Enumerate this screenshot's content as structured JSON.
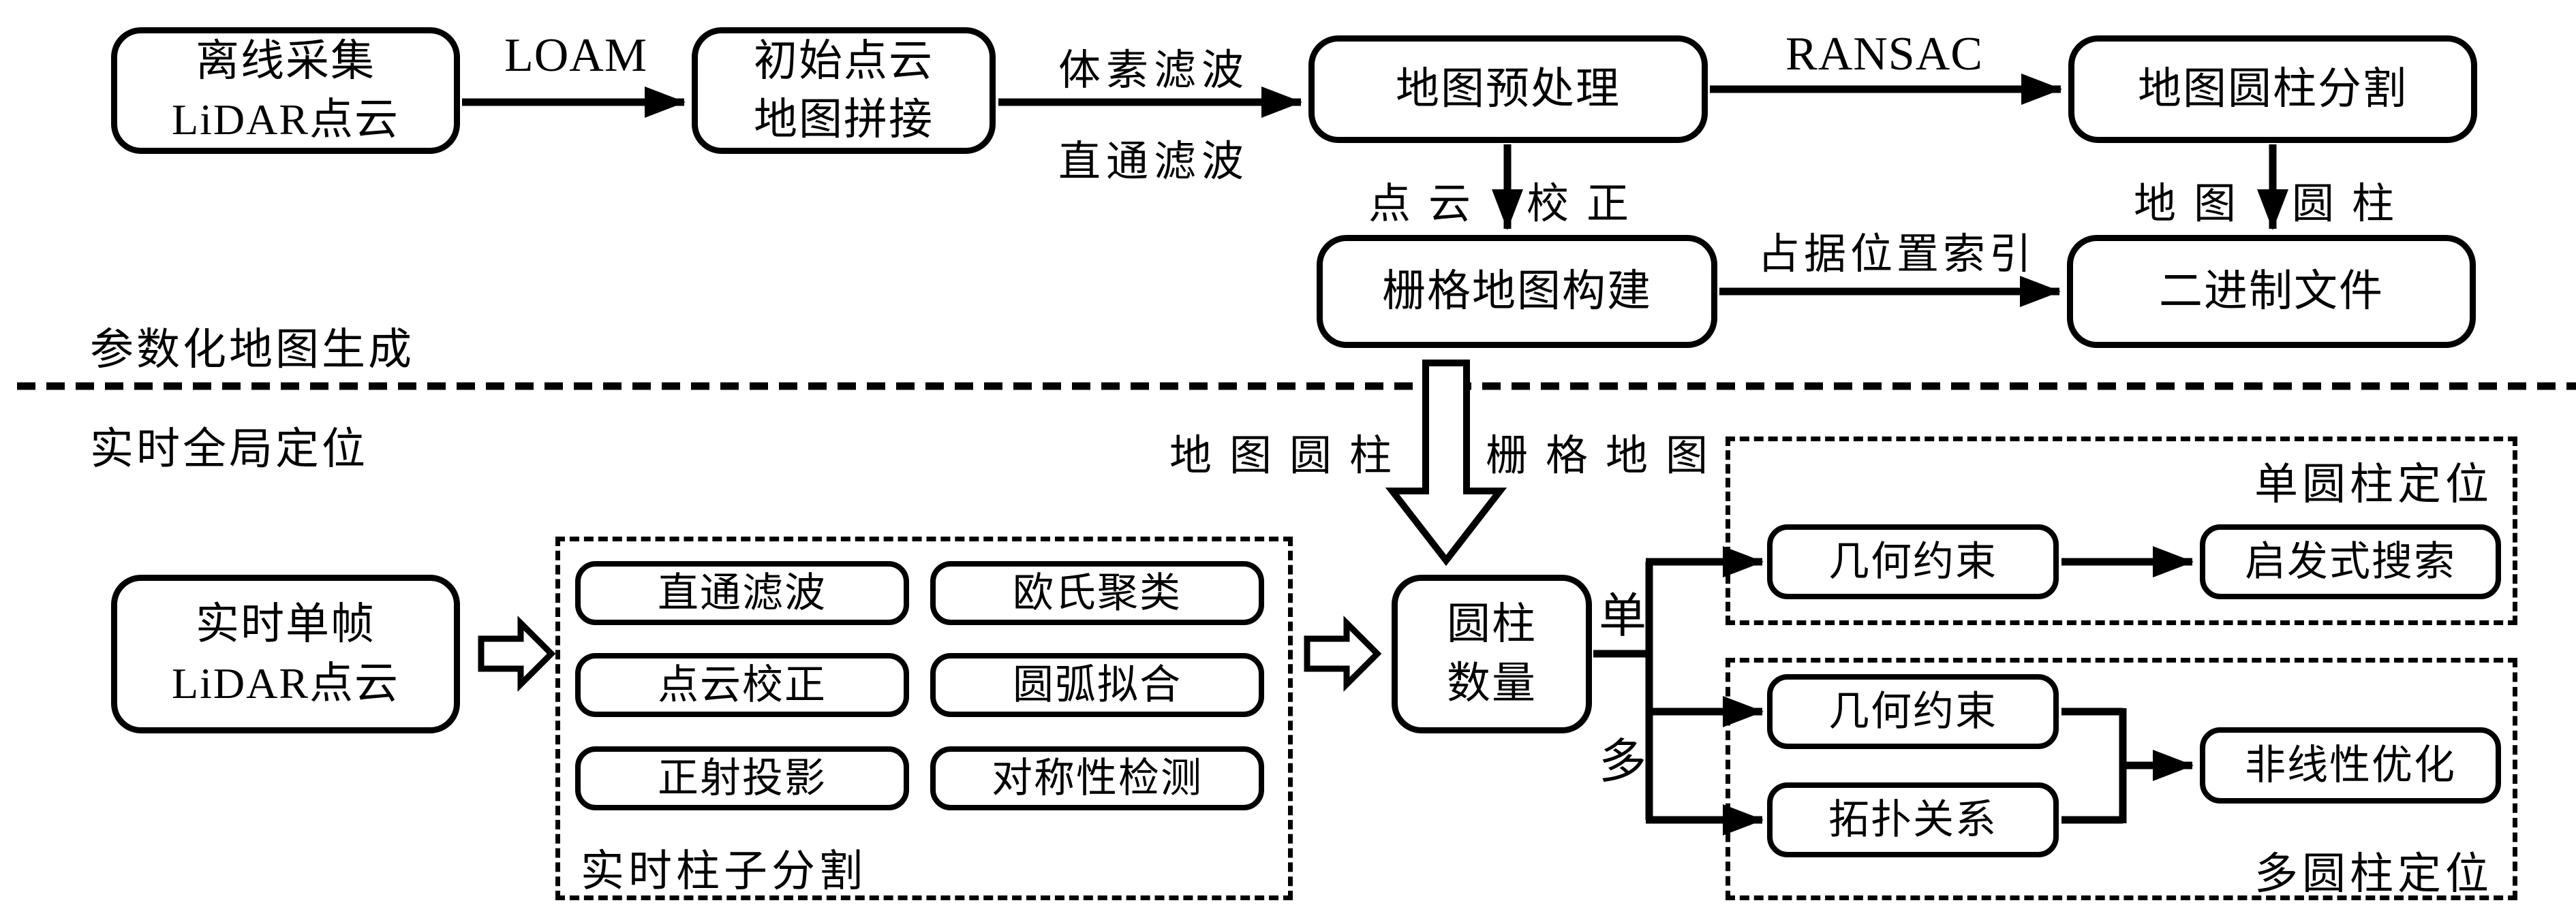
{
  "colors": {
    "ink": "#000000",
    "background": "#ffffff"
  },
  "diagram": {
    "sections": {
      "offline_label": "参数化地图生成",
      "online_label": "实时全局定位"
    },
    "offline": {
      "box_offline_collect": {
        "line1": "离线采集",
        "line2": "LiDAR点云"
      },
      "edge_loam": "LOAM",
      "box_initial_map": {
        "line1": "初始点云",
        "line2": "地图拼接"
      },
      "edge_voxel_filter": "体素滤波",
      "edge_passthrough_filter": "直通滤波",
      "box_map_preprocess": "地图预处理",
      "edge_ransac": "RANSAC",
      "box_map_cylinder_seg": "地图圆柱分割",
      "edge_pointcloud_correction": {
        "left": "点云",
        "right": "校正"
      },
      "edge_map_cylinder": {
        "left": "地图",
        "right": "圆柱"
      },
      "box_grid_map": "栅格地图构建",
      "edge_occupancy_index": "占据位置索引",
      "box_binary_file": "二进制文件"
    },
    "transfer": {
      "left_label": "地图圆柱",
      "right_label": "栅格地图"
    },
    "online": {
      "box_realtime_frame": {
        "line1": "实时单帧",
        "line2": "LiDAR点云"
      },
      "seg_group": {
        "items": [
          "直通滤波",
          "欧氏聚类",
          "点云校正",
          "圆弧拟合",
          "正射投影",
          "对称性检测"
        ],
        "label": "实时柱子分割"
      },
      "box_cylinder_count": {
        "line1": "圆柱",
        "line2": "数量"
      },
      "branch_single": "单",
      "branch_multi": "多",
      "single_group": {
        "label": "单圆柱定位",
        "box_geometry": "几何约束",
        "box_heuristic": "启发式搜索"
      },
      "multi_group": {
        "label": "多圆柱定位",
        "box_geometry": "几何约束",
        "box_topology": "拓扑关系",
        "box_nonlinear": "非线性优化"
      }
    }
  }
}
